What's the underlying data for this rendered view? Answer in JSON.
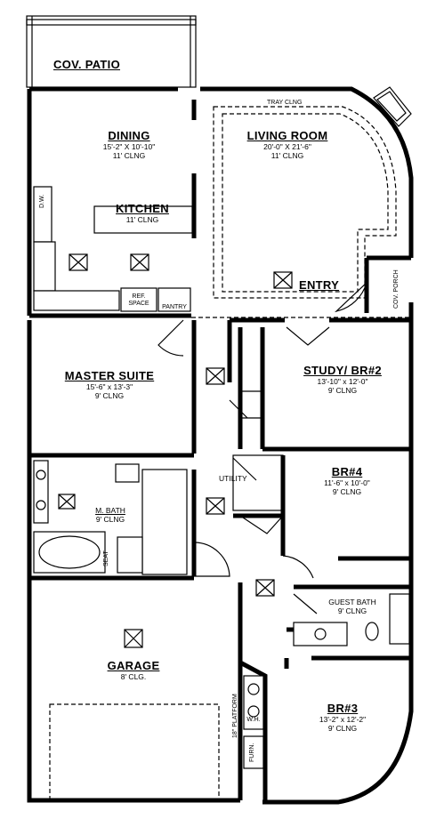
{
  "rooms": {
    "cov_patio": {
      "name": "COV. PATIO"
    },
    "dining": {
      "name": "DINING",
      "dims": "15'-2\" X 10'-10\"",
      "ceiling": "11' CLNG"
    },
    "living_room": {
      "name": "LIVING ROOM",
      "dims": "20'-0\" X 21'-6\"",
      "ceiling": "11' CLNG"
    },
    "kitchen": {
      "name": "KITCHEN",
      "ceiling": "11' CLNG"
    },
    "entry": {
      "name": "ENTRY"
    },
    "master_suite": {
      "name": "MASTER SUITE",
      "dims": "15'-6\" x 13'-3\"",
      "ceiling": "9' CLNG"
    },
    "study": {
      "name": "STUDY/ BR#2",
      "dims": "13'-10\" x 12'-0\"",
      "ceiling": "9' CLNG"
    },
    "br4": {
      "name": "BR#4",
      "dims": "11'-6\" x 10'-0\"",
      "ceiling": "9' CLNG"
    },
    "utility": {
      "name": "UTILITY"
    },
    "m_bath": {
      "name": "M. BATH",
      "ceiling": "9' CLNG"
    },
    "guest_bath": {
      "name": "GUEST BATH",
      "ceiling": "9' CLNG"
    },
    "garage": {
      "name": "GARAGE",
      "ceiling": "8' CLG."
    },
    "br3": {
      "name": "BR#3",
      "dims": "13'-2\" x 12'-2\"",
      "ceiling": "9' CLNG"
    }
  },
  "fixtures": {
    "ref_space": "REF. SPACE",
    "pantry": "PANTRY",
    "cov_porch": "COV. PORCH",
    "dw": "D.W.",
    "tray_clng": "TRAY CLNG",
    "platform": "18\" PLATFORM",
    "furn": "FURN.",
    "wh": "W.H.",
    "seat": "SEAT"
  }
}
